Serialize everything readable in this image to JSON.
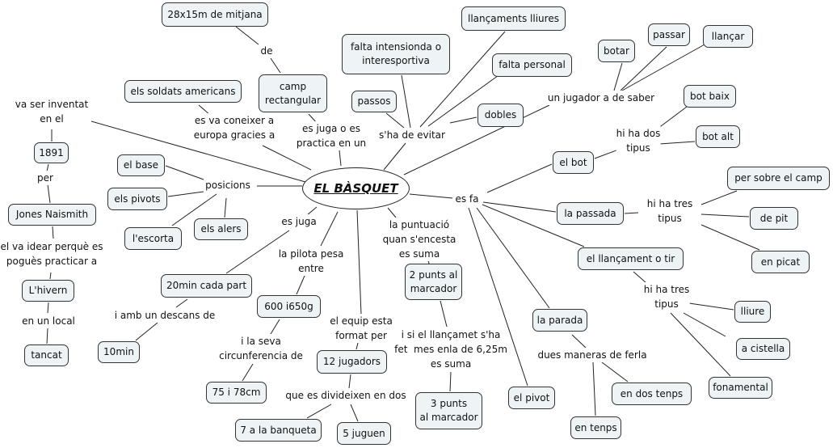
{
  "center": "EL BÀSQUET",
  "nodes": {
    "n28x15": "28x15m de mitjana",
    "camp": "camp\nrectangular",
    "soldats": "els soldats americans",
    "falta_int": "falta intensionda o\ninteresportiva",
    "llanc_lliures": "llançaments lliures",
    "falta_pers": "falta personal",
    "passos": "passos",
    "dobles": "dobles",
    "botar": "botar",
    "passar": "passar",
    "llancar": "llançar",
    "bot_baix": "bot baix",
    "bot_alt": "bot alt",
    "el_bot": "el bot",
    "per_sobre": "per sobre el camp",
    "la_passada": "la passada",
    "de_pit": "de pit",
    "llancament": "el llançament o tir",
    "en_picat": "en picat",
    "lliure": "lliure",
    "a_cistella": "a cistella",
    "fonamental": "fonamental",
    "la_parada": "la parada",
    "en_dos_tenps": "en dos tenps",
    "en_tenps": "en tenps",
    "el_pivot": "el pivot",
    "tres_punts": "3 punts\nal marcador",
    "dos_punts": "2 punts al\nmarcador",
    "dotze_jug": "12 jugadors",
    "cinc_juguen": "5 juguen",
    "set_banqueta": "7 a la banqueta",
    "circ": "75 i 78cm",
    "pes": "600 i650g",
    "vint_min": "20min cada part",
    "deu_min": "10min",
    "el_base": "el base",
    "els_pivots": "els pivots",
    "lescorta": "l'escorta",
    "els_alers": "els alers",
    "any": "1891",
    "jones": "Jones Naismith",
    "lhivern": "L'hivern",
    "tancat": "tancat"
  },
  "links": {
    "de": "de",
    "coneixer": "es va coneixer a\neuropa gracies a",
    "es_juga_o": "es juga o es\npractica en un",
    "evitar": "s'ha de evitar",
    "jugador": "un jugador a de saber",
    "dos_tipus": "hi ha dos\ntipus",
    "es_fa": "es fa",
    "tres_tipus_a": "hi ha tres\ntipus",
    "tres_tipus_b": "hi ha tres\ntipus",
    "dues_maneres": "dues maneras de ferla",
    "si_llancament": "i si el llançamet s'ha\nfet  mes enla de 6,25m\nes suma",
    "puntuacio": "la puntuació\nquan s'encesta\nes suma",
    "equip": "el equip esta\nformat per",
    "divideixen": "que es divideixen en dos",
    "circumferencia": "i la seva\ncircunferencia de",
    "pilota": "la pilota pesa\nentre",
    "es_juga": "es juga",
    "descans": "i amb un descans de",
    "posicions": "posicions",
    "inventat": "va ser inventat\nen el",
    "per": "per",
    "idear": "el va idear perquè es\npoguès practicar a",
    "local": "en un local"
  }
}
